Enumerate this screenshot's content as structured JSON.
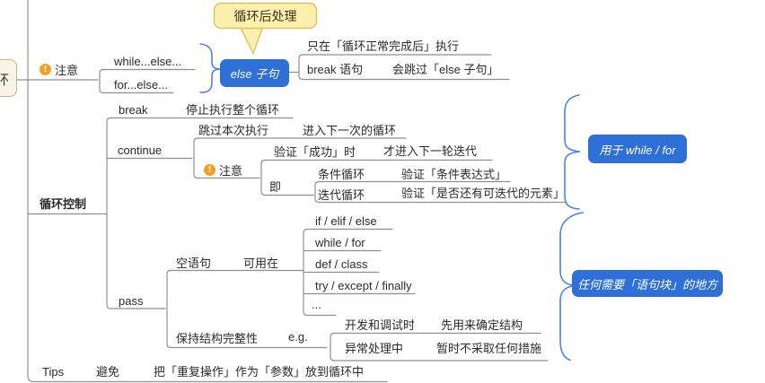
{
  "colors": {
    "node_blue": "#2e6fd8",
    "brace_blue": "#4a82e8",
    "warning_orange": "#f2a024",
    "callout_bg": "#fcf0ae",
    "callout_border": "#e0bf5e",
    "line_gray": "#8f8f8f"
  },
  "icons": {
    "warning_glyph": "!"
  },
  "mindmap": {
    "root_label": "环",
    "callout": "循环后处理",
    "notice_branch": {
      "label": "注意",
      "while_else": "while...else...",
      "for_else": "for...else...",
      "else_clause_node": "else 子句",
      "exec_only": "只在「循环正常完成后」执行",
      "break_stmt": "break 语句",
      "skip_else": "会跳过「else 子句」"
    },
    "loop_control": {
      "label": "循环控制",
      "break": {
        "label": "break",
        "desc": "停止执行整个循环"
      },
      "continue": {
        "label": "continue",
        "skip_current": "跳过本次执行",
        "enter_next": "进入下一次的循环",
        "notice": "注意",
        "verify_success": "验证「成功」时",
        "then_next_iter": "才进入下一轮迭代",
        "namely": "即",
        "cond_loop": "条件循环",
        "verify_cond": "验证「条件表达式」",
        "iter_loop": "迭代循环",
        "verify_iter": "验证「是否还有可迭代的元素」",
        "summary": "用于 while / for"
      },
      "pass": {
        "label": "pass",
        "empty_stmt": "空语句",
        "usable_in": "可用在",
        "contexts": [
          "if / elif / else",
          "while / for",
          "def / class",
          "try / except / finally",
          "..."
        ],
        "keep_structure": "保持结构完整性",
        "eg": "e.g.",
        "dev_debug": "开发和调试时",
        "confirm_structure": "先用来确定结构",
        "exception_handling": "异常处理中",
        "no_action": "暂时不采取任何措施",
        "summary": "任何需要「语句块」的地方"
      }
    },
    "tips": {
      "label": "Tips",
      "avoid": "避免",
      "desc": "把「重复操作」作为「参数」放到循环中"
    }
  }
}
